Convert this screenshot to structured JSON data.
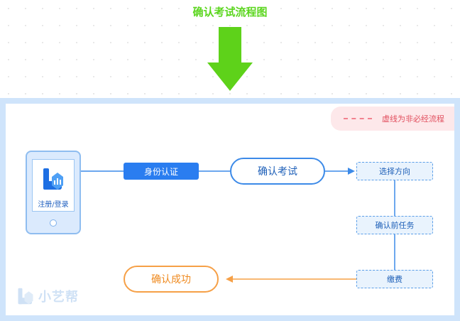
{
  "title": "确认考试流程图",
  "legend": {
    "text": "虚线为非必经流程"
  },
  "nodes": {
    "register": "注册/登录",
    "verify_identity": "身份认证",
    "confirm_exam": "确认考试",
    "choose_direction": "选择方向",
    "pre_tasks": "确认前任务",
    "payment": "缴费",
    "success": "确认成功"
  },
  "watermark": "小艺帮",
  "colors": {
    "title_green": "#5bd61e",
    "accent_blue": "#2a7df0",
    "success_orange": "#f6a047",
    "legend_red": "#e2505f"
  }
}
